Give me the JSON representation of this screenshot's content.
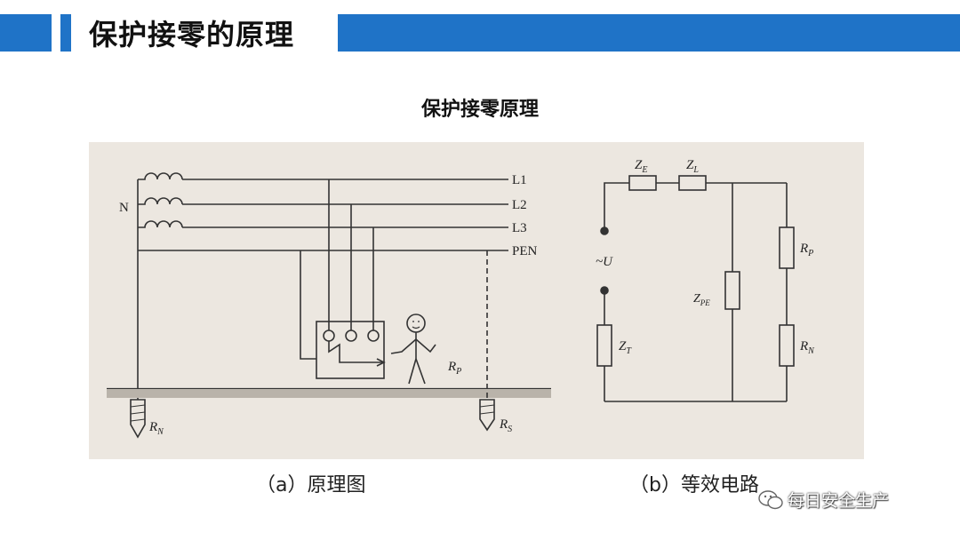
{
  "header": {
    "title": "保护接零的原理"
  },
  "subtitle": "保护接零原理",
  "diagram_a": {
    "caption": "（a）原理图",
    "transformer_label": "N",
    "lines": [
      "L1",
      "L2",
      "L3",
      "PEN"
    ],
    "rn_main": "R",
    "rn_sub": "N",
    "rp_main": "R",
    "rp_sub": "P",
    "rs_main": "R",
    "rs_sub": "S"
  },
  "diagram_b": {
    "caption": "（b）等效电路",
    "ze_main": "Z",
    "ze_sub": "E",
    "zl_main": "Z",
    "zl_sub": "L",
    "u_label": "~U",
    "zpe_main": "Z",
    "zpe_sub": "PE",
    "rp_main": "R",
    "rp_sub": "P",
    "zt_main": "Z",
    "zt_sub": "T",
    "rn_main": "R",
    "rn_sub": "N"
  },
  "watermark": {
    "text": "每日安全生产",
    "icon": "wechat-icon"
  },
  "colors": {
    "accent": "#1f73c7",
    "figure_bg": "#ece7e0",
    "ink": "#333333"
  }
}
